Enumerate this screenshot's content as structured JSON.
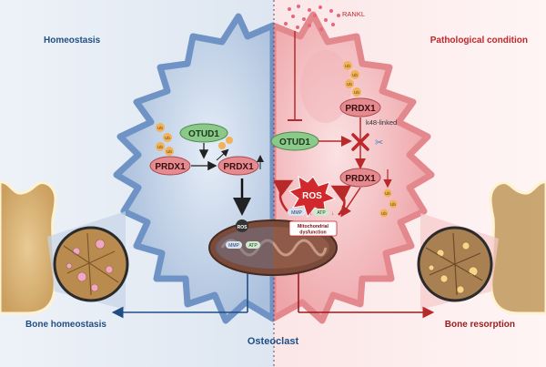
{
  "panels": {
    "left_title": "Homeostasis",
    "right_title": "Pathological condition",
    "left_outcome": "Bone homeostasis",
    "right_outcome": "Bone resorption",
    "center_label": "Osteoclast"
  },
  "left_pathway": {
    "otud1": "OTUD1",
    "prdx1_a": "PRDX1",
    "prdx1_b": "PRDX1",
    "ub": "Ub",
    "ros": "ROS",
    "mmp": "MMP",
    "atp": "ATP"
  },
  "right_pathway": {
    "rankl": "RANKL",
    "otud1": "OTUD1",
    "prdx1_top": "PRDX1",
    "prdx1_bottom": "PRDX1",
    "k48": "k48-linked",
    "ub": "Ub",
    "ros": "ROS",
    "mmp": "MMP",
    "atp": "ATP",
    "mito_dysfunction": "Mitochondrial dysfunction"
  },
  "colors": {
    "left_cell": "#c7d6ea",
    "right_cell": "#f6cdcf",
    "left_dark": "#1f4e85",
    "right_dark": "#9b1c1c",
    "otud1": "#8bc98a",
    "prdx1": "#e58a8f",
    "ros": "#d0282c",
    "ub": "#f0b35a"
  }
}
